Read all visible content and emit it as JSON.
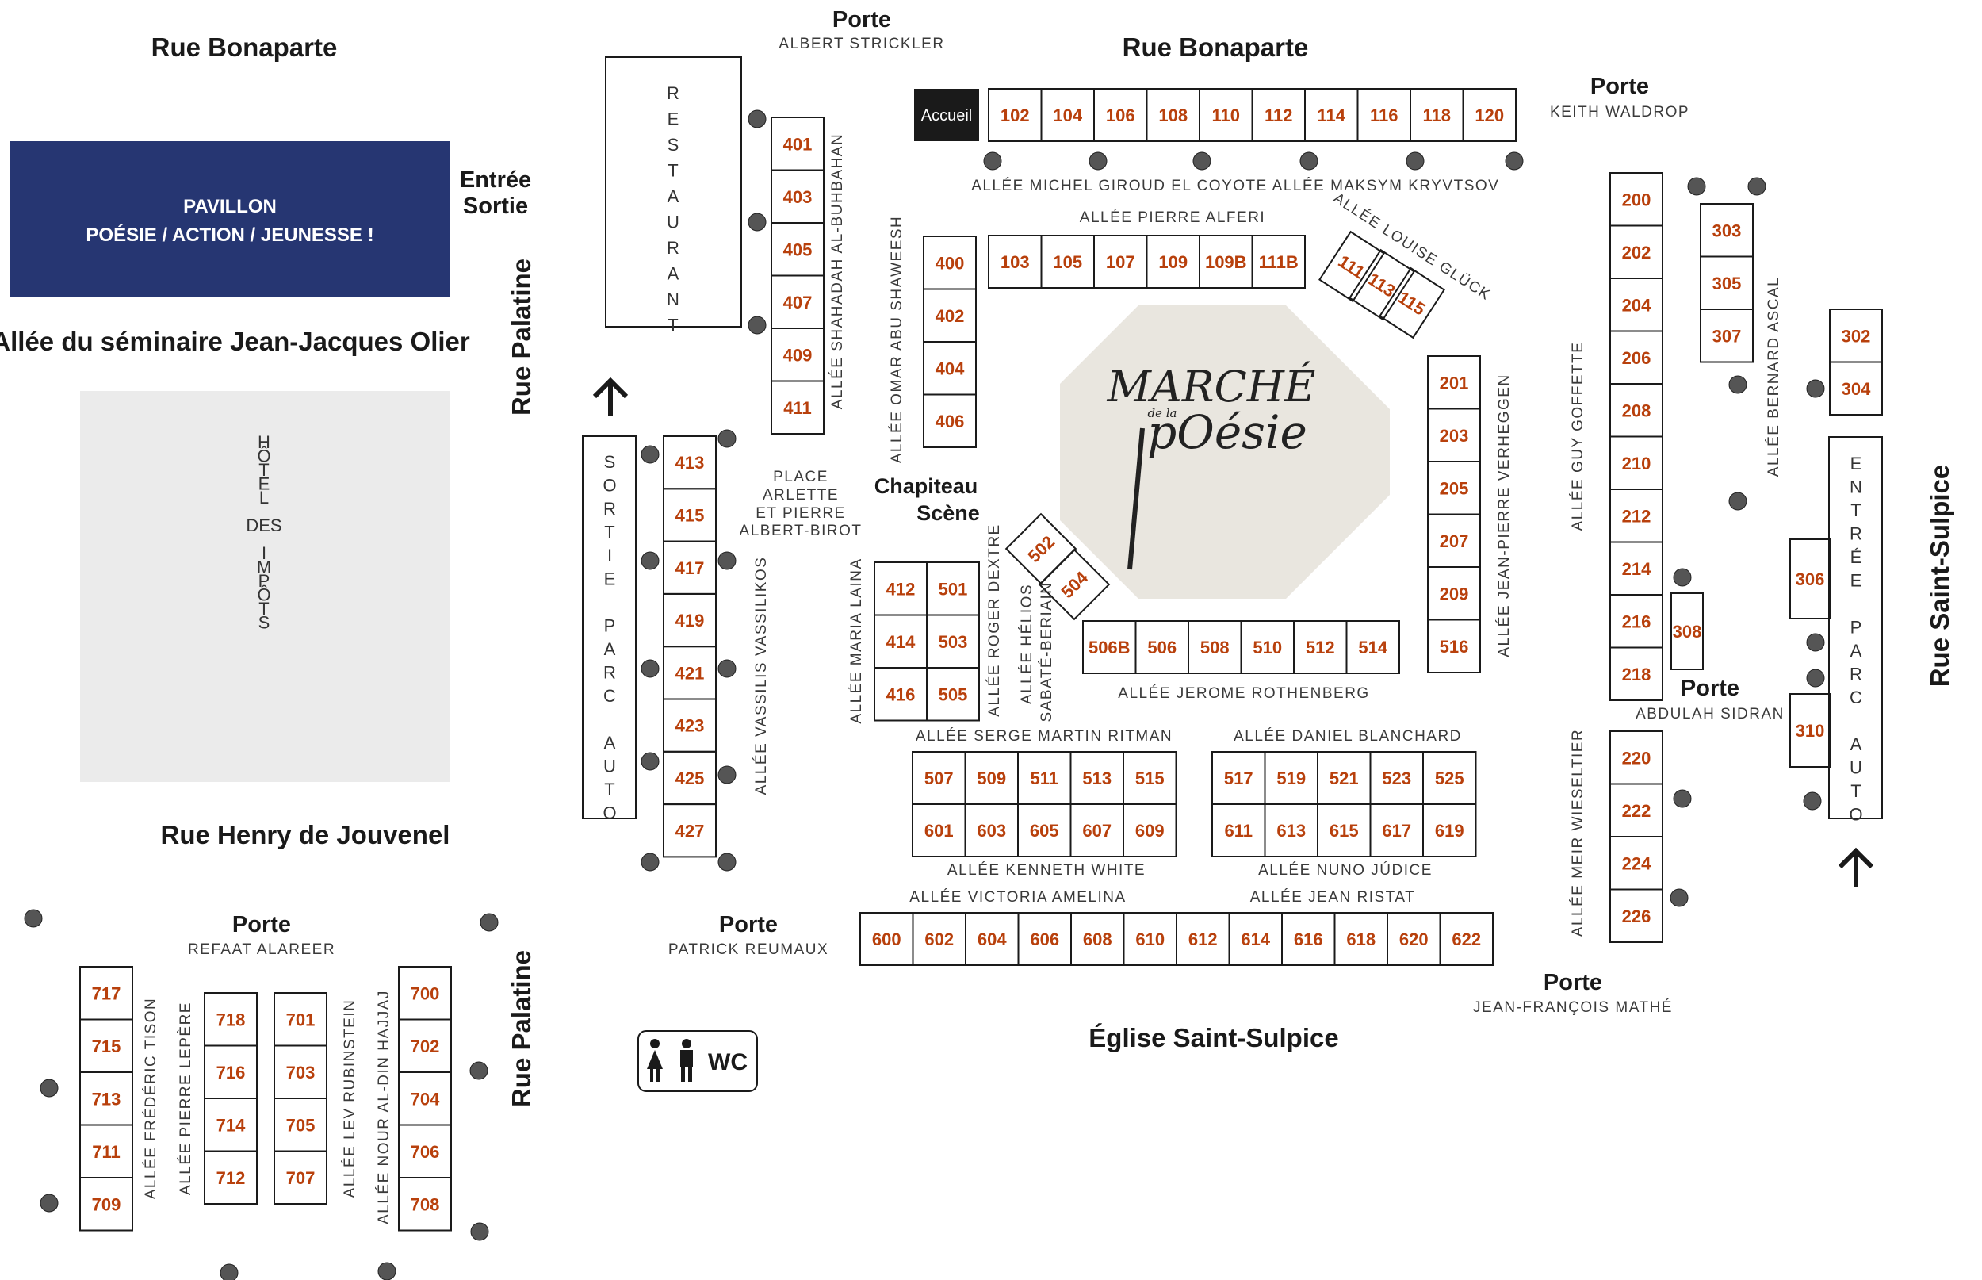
{
  "colors": {
    "pavilion": "#263672",
    "booth_text": "#b8400c",
    "octagon": "#e9e6df",
    "hotel": "#ebebeb",
    "accueil": "#1a1a1a"
  },
  "streets": {
    "rue_bonaparte_left": "Rue Bonaparte",
    "rue_bonaparte_top": "Rue Bonaparte",
    "rue_palatine_1": "Rue Palatine",
    "rue_palatine_2": "Rue Palatine",
    "rue_henry": "Rue Henry de Jouvenel",
    "rue_saint_sulpice": "Rue Saint-Sulpice",
    "eglise": "Église Saint-Sulpice",
    "allee_seminaire": "Allée du séminaire Jean-Jacques Olier"
  },
  "pavilion": {
    "line1": "PAVILLON",
    "line2": "POÉSIE / ACTION / JEUNESSE !"
  },
  "entree_sortie": {
    "line1": "Entrée",
    "line2": "Sortie"
  },
  "hotel": [
    "H",
    "Ô",
    "T",
    "E",
    "L",
    "",
    "DES",
    "",
    "I",
    "M",
    "P",
    "Ô",
    "T",
    "S"
  ],
  "restaurant": [
    "R",
    "E",
    "S",
    "T",
    "A",
    "U",
    "R",
    "A",
    "N",
    "T"
  ],
  "sortie_parc": [
    "S",
    "O",
    "R",
    "T",
    "I",
    "E",
    "",
    "P",
    "A",
    "R",
    "C",
    "",
    "A",
    "U",
    "T",
    "O"
  ],
  "entree_parc": [
    "E",
    "N",
    "T",
    "R",
    "É",
    "E",
    "",
    "P",
    "A",
    "R",
    "C",
    "",
    "A",
    "U",
    "T",
    "O"
  ],
  "accueil": "Accueil",
  "wc": "WC",
  "chapiteau": {
    "line1": "Chapiteau",
    "line2": "Scène"
  },
  "place": {
    "line1": "PLACE",
    "line2": "ARLETTE",
    "line3": "ET PIERRE",
    "line4": "ALBERT-BIROT"
  },
  "logo": {
    "line1": "MARCHÉ",
    "line2": "de la",
    "line3": "pOésie"
  },
  "portes": [
    {
      "label": "Porte",
      "name": "ALBERT STRICKLER"
    },
    {
      "label": "Porte",
      "name": "KEITH WALDROP"
    },
    {
      "label": "Porte",
      "name": "ABDULAH SIDRAN"
    },
    {
      "label": "Porte",
      "name": "JEAN-FRANÇOIS MATHÉ"
    },
    {
      "label": "Porte",
      "name": "PATRICK REUMAUX"
    },
    {
      "label": "Porte",
      "name": "REFAAT ALAREER"
    }
  ],
  "allees": {
    "michel": "ALLÉE MICHEL GIROUD EL COYOTE",
    "maksym": "ALLÉE MAKSYM KRYVTSOV",
    "pierre_alferi": "ALLÉE PIERRE ALFERI",
    "louise": "ALLÉE LOUISE GLÜCK",
    "shahadah": "ALLÉE SHAHADAH AL-BUHBAHAN",
    "omar": "ALLÉE OMAR ABU SHAWEESH",
    "vassilis": "ALLÉE VASSILIS VASSILIKOS",
    "maria": "ALLÉE MARIA LAINA",
    "roger": "ALLÉE ROGER DEXTRE",
    "helios1": "ALLÉE HÉLIOS",
    "helios2": "SABATÉ-BERIAIN",
    "jerome": "ALLÉE JEROME ROTHENBERG",
    "serge": "ALLÉE SERGE MARTIN RITMAN",
    "daniel": "ALLÉE DANIEL BLANCHARD",
    "kenneth": "ALLÉE KENNETH WHITE",
    "nuno": "ALLÉE NUNO JÚDICE",
    "victoria": "ALLÉE VICTORIA AMELINA",
    "ristat": "ALLÉE JEAN RISTAT",
    "verheggen": "ALLÉE JEAN-PIERRE VERHEGGEN",
    "goffette": "ALLÉE GUY GOFFETTE",
    "ascal": "ALLÉE BERNARD ASCAL",
    "wieseltier": "ALLÉE MEIR WIESELTIER",
    "tison": "ALLÉE FRÉDÉRIC TISON",
    "lepere": "ALLÉE PIERRE LEPÈRE",
    "rubinstein": "ALLÉE LEV RUBINSTEIN",
    "hajjaj": "ALLÉE NOUR AL-DIN HAJJAJ"
  },
  "booths": {
    "row100_top": [
      "102",
      "104",
      "106",
      "108",
      "110",
      "112",
      "114",
      "116",
      "118",
      "120"
    ],
    "row100_bottom": [
      "103",
      "105",
      "107",
      "109",
      "109B",
      "111B"
    ],
    "diag_111": [
      "111",
      "113",
      "115"
    ],
    "col400_right": [
      "401",
      "403",
      "405",
      "407",
      "409",
      "411"
    ],
    "col400_left": [
      "400",
      "402",
      "404",
      "406"
    ],
    "col413": [
      "413",
      "415",
      "417",
      "419",
      "421",
      "423",
      "425",
      "427"
    ],
    "grid412": [
      "412",
      "414",
      "416"
    ],
    "grid501": [
      "501",
      "503",
      "505"
    ],
    "diag_502": [
      "502",
      "504"
    ],
    "row506": [
      "506B",
      "506",
      "508",
      "510",
      "512",
      "514"
    ],
    "col201": [
      "201",
      "203",
      "205",
      "207",
      "209",
      "516"
    ],
    "row507": [
      "507",
      "509",
      "511",
      "513",
      "515"
    ],
    "row517": [
      "517",
      "519",
      "521",
      "523",
      "525"
    ],
    "row601": [
      "601",
      "603",
      "605",
      "607",
      "609"
    ],
    "row611": [
      "611",
      "613",
      "615",
      "617",
      "619"
    ],
    "row600": [
      "600",
      "602",
      "604",
      "606",
      "608",
      "610",
      "612",
      "614",
      "616",
      "618",
      "620",
      "622"
    ],
    "col200": [
      "200",
      "202",
      "204",
      "206",
      "208",
      "210",
      "212",
      "214",
      "216",
      "218"
    ],
    "col303": [
      "303",
      "305",
      "307"
    ],
    "col302": [
      "302",
      "304"
    ],
    "b306": "306",
    "b308": "308",
    "b310": "310",
    "col220": [
      "220",
      "222",
      "224",
      "226"
    ],
    "col717": [
      "717",
      "715",
      "713",
      "711",
      "709"
    ],
    "col718": [
      "718",
      "716",
      "714",
      "712"
    ],
    "col701": [
      "701",
      "703",
      "705",
      "707"
    ],
    "col700": [
      "700",
      "702",
      "704",
      "706",
      "708"
    ]
  }
}
